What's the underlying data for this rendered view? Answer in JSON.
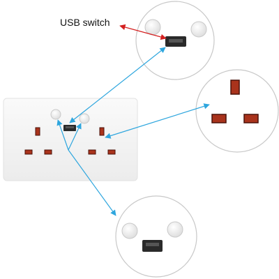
{
  "callout": {
    "label": "USB switch"
  },
  "colors": {
    "background": "#ffffff",
    "plate": "#f4f4f4",
    "plate_edge": "#e2e2e2",
    "slot": "#a9331c",
    "slot_dark": "#4a120a",
    "usb_port": "#2a2a2a",
    "usb_tongue": "#555555",
    "button": "#fbfbfb",
    "arrow_blue": "#2ea6de",
    "arrow_red": "#d42020",
    "zoom_circle_edge": "#c8c8c8"
  },
  "components": {
    "wall_plate": "twin-socket-faceplate",
    "usb_port": "usb-a-port",
    "switches": [
      "left-switch-button",
      "right-switch-button"
    ],
    "zoom_views": [
      "usb-switch-zoom",
      "socket-pins-zoom",
      "usb-port-zoom"
    ]
  }
}
